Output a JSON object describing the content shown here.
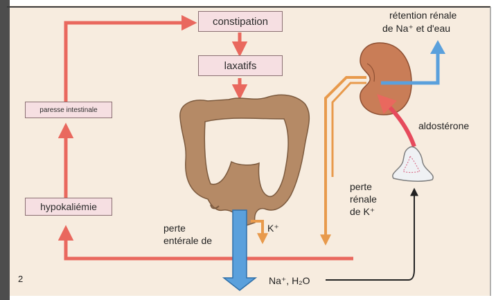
{
  "figure_number": "2",
  "boxes": {
    "constipation": "constipation",
    "laxatifs": "laxatifs",
    "paresse": "paresse intestinale",
    "hypokaliemie": "hypokaliémie"
  },
  "labels": {
    "retention_line1": "rétention rénale",
    "retention_line2": "de Na⁺ et d'eau",
    "aldosterone": "aldostérone",
    "perte_renale_line1": "perte",
    "perte_renale_line2": "rénale",
    "perte_renale_line3": "de K⁺",
    "perte_enterale_line1": "perte",
    "perte_enterale_line2": "entérale de",
    "k_plus": "K⁺",
    "na_h2o": "Na⁺, H₂O"
  },
  "colors": {
    "background": "#f7ecdf",
    "box_fill": "#f6dfe2",
    "red_arrow": "#e9685e",
    "blue_arrow": "#5aa0dc",
    "orange_arrow": "#e89a4c",
    "intestine": "#b58a66",
    "kidney": "#c97d57"
  }
}
